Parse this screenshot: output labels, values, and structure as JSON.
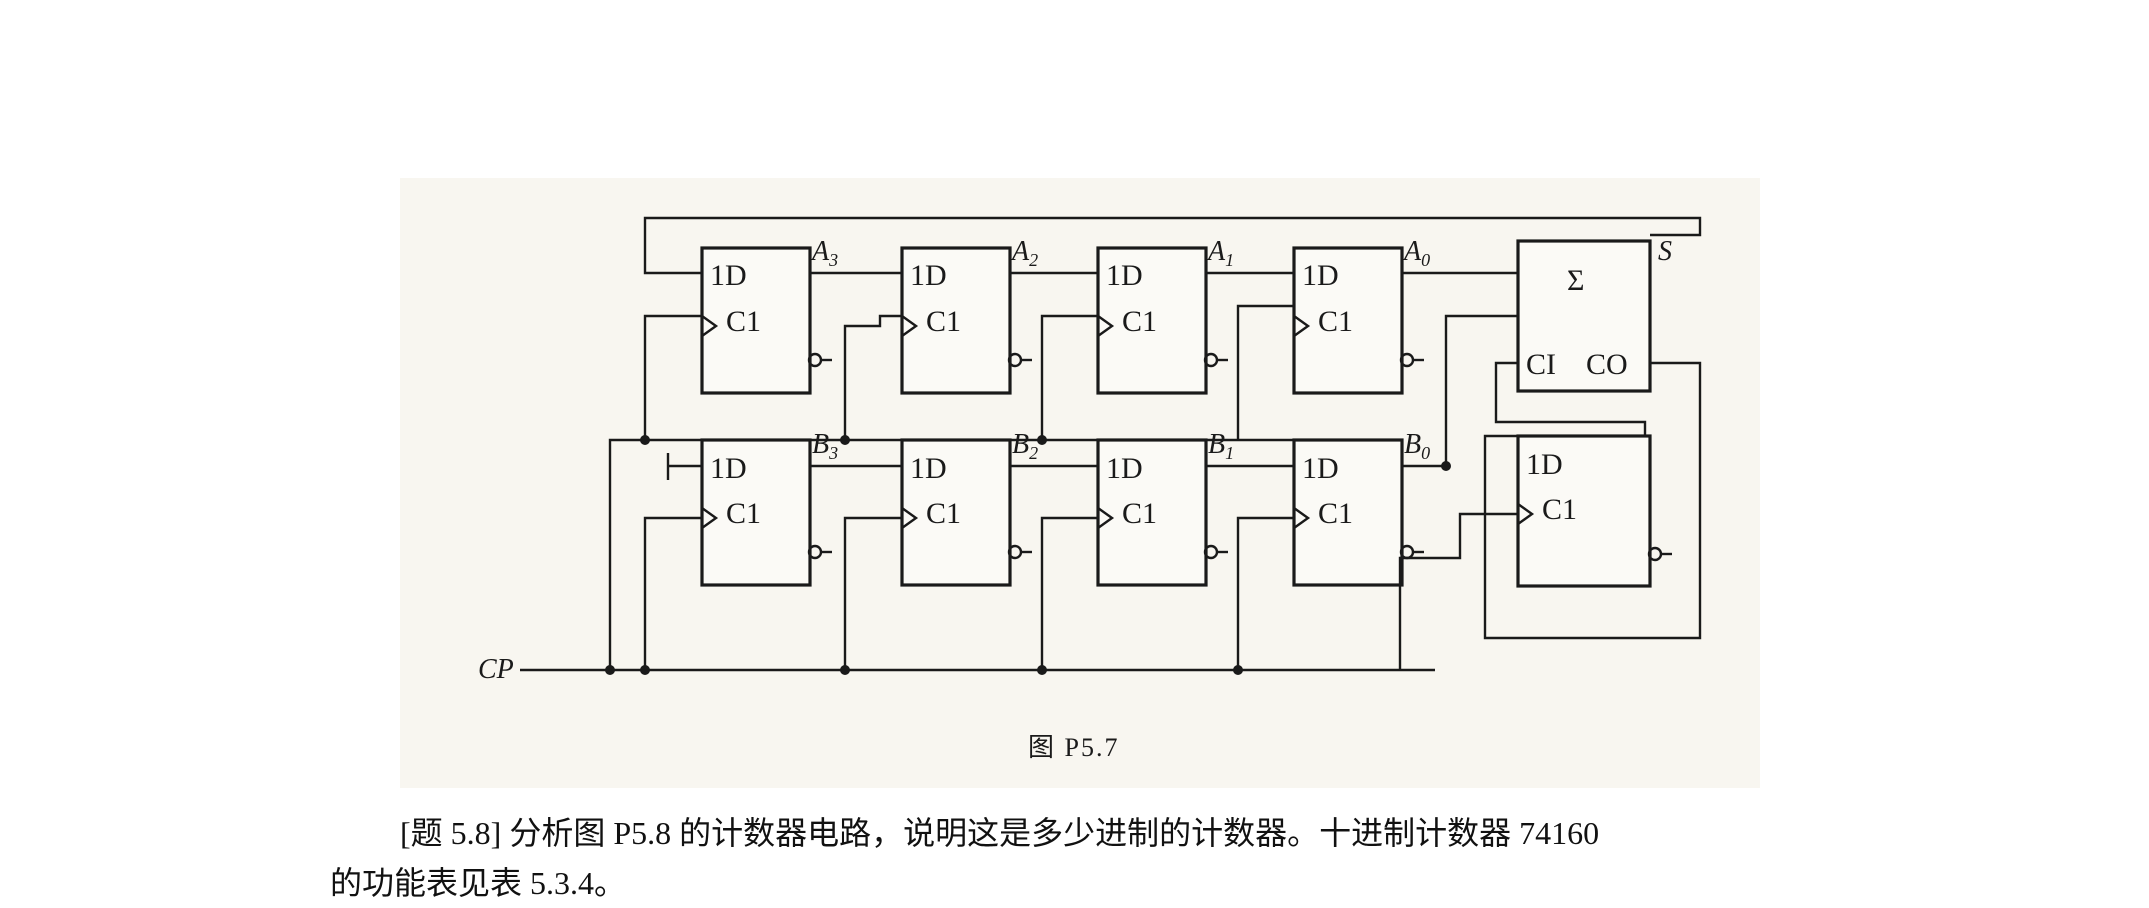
{
  "figure": {
    "caption": "图 P5.7",
    "clock_label": "CP",
    "ff_d_label": "1D",
    "ff_c_label": "C1",
    "adder": {
      "sum_symbol": "Σ",
      "ci_label": "CI",
      "co_label": "CO",
      "out_label": "S"
    },
    "row_a": [
      {
        "out": "A",
        "sub": "3"
      },
      {
        "out": "A",
        "sub": "2"
      },
      {
        "out": "A",
        "sub": "1"
      },
      {
        "out": "A",
        "sub": "0"
      }
    ],
    "row_b": [
      {
        "out": "B",
        "sub": "3"
      },
      {
        "out": "B",
        "sub": "2"
      },
      {
        "out": "B",
        "sub": "1"
      },
      {
        "out": "B",
        "sub": "0"
      }
    ]
  },
  "problem": {
    "line1": "[题 5.8] 分析图 P5.8 的计数器电路，说明这是多少进制的计数器。十进制计数器 74160",
    "line2": "的功能表见表 5.3.4。"
  }
}
